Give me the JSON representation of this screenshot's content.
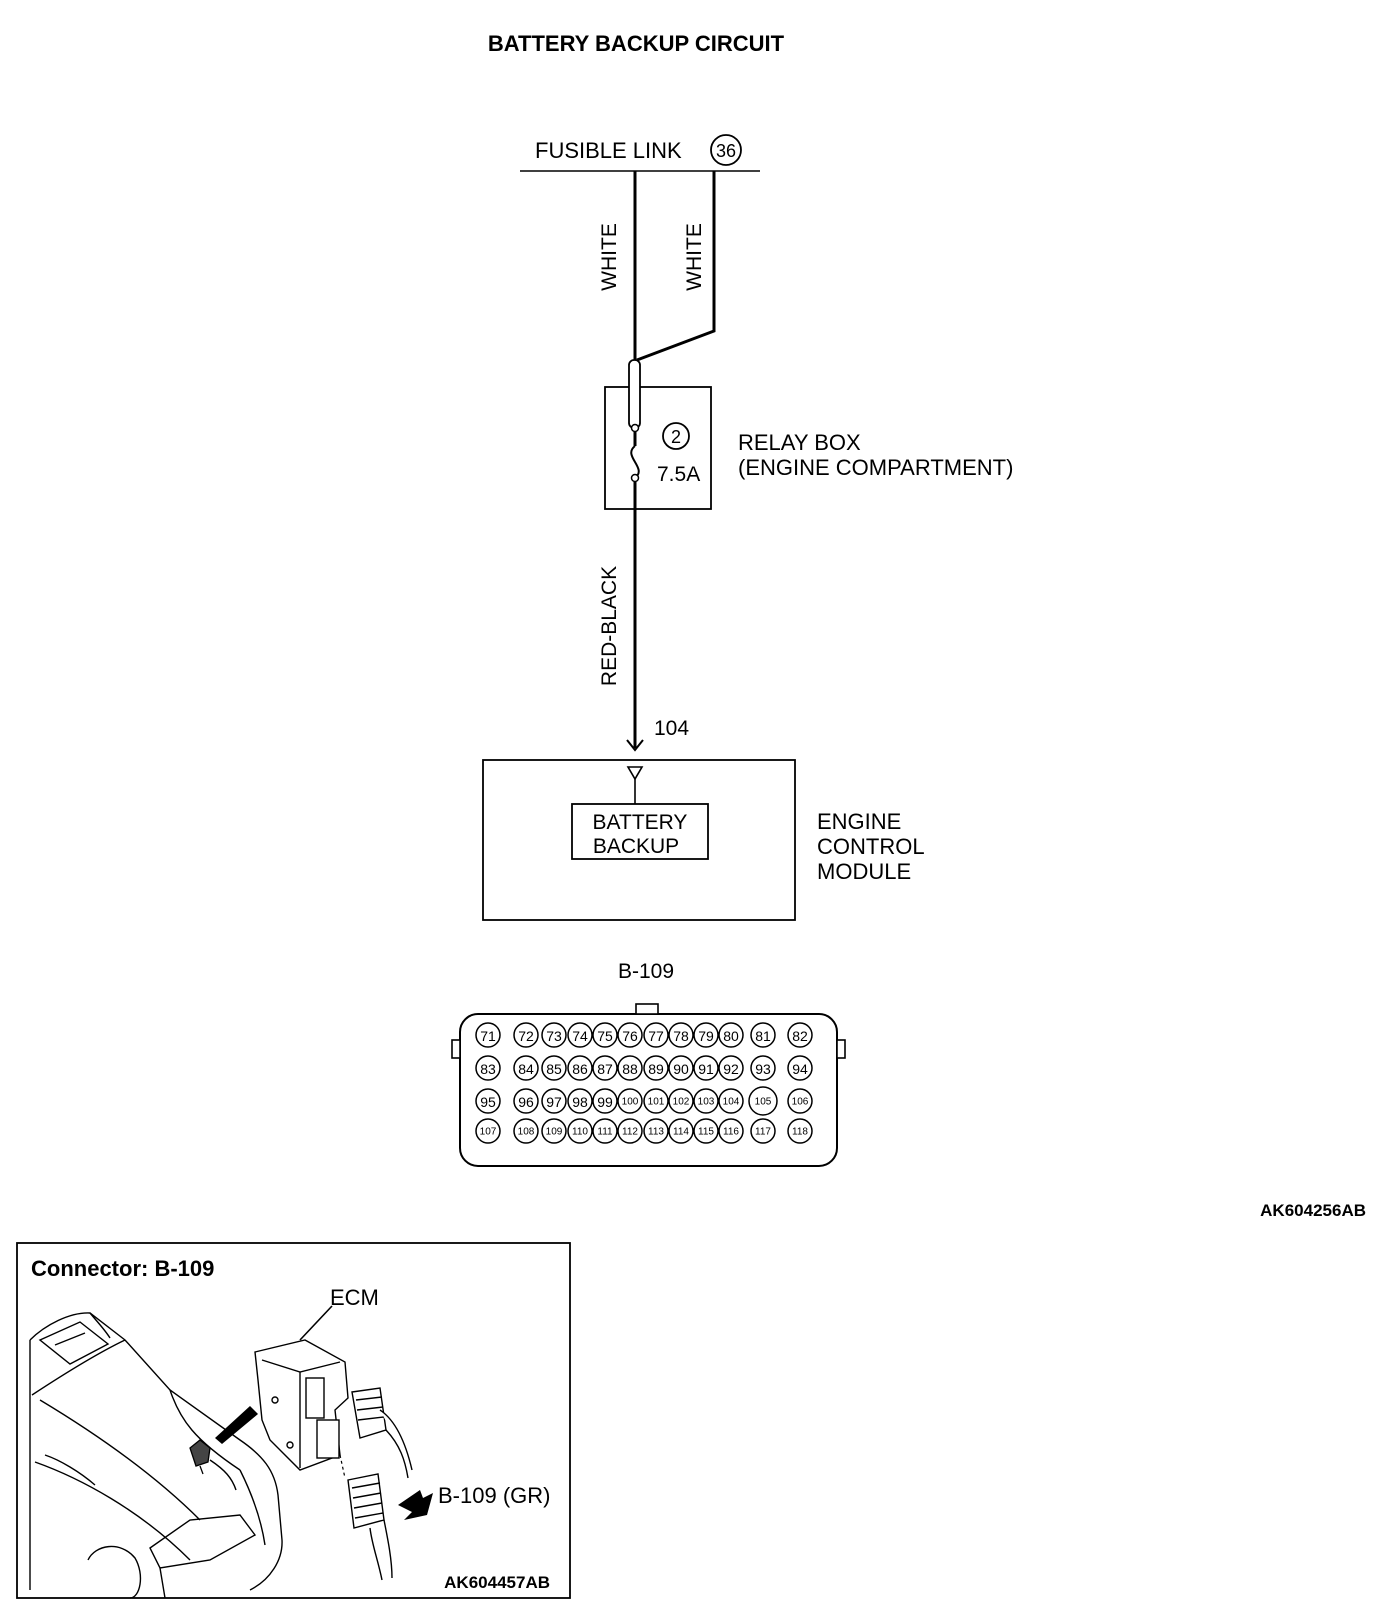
{
  "title": "BATTERY BACKUP CIRCUIT",
  "fusible_link": {
    "label": "FUSIBLE LINK",
    "number": "36"
  },
  "wires": {
    "left_color": "WHITE",
    "right_color": "WHITE",
    "lower_color": "RED-BLACK"
  },
  "relay_box": {
    "fuse_number": "2",
    "fuse_rating": "7.5A",
    "label_line1": "RELAY BOX",
    "label_line2": "(ENGINE COMPARTMENT)"
  },
  "ecm": {
    "terminal": "104",
    "inner_line1": "BATTERY",
    "inner_line2": "BACKUP",
    "label_line1": "ENGINE",
    "label_line2": "CONTROL",
    "label_line3": "MODULE"
  },
  "connector": {
    "name": "B-109",
    "rows": [
      [
        "71",
        "72",
        "73",
        "74",
        "75",
        "76",
        "77",
        "78",
        "79",
        "80",
        "81",
        "82"
      ],
      [
        "83",
        "84",
        "85",
        "86",
        "87",
        "88",
        "89",
        "90",
        "91",
        "92",
        "93",
        "94"
      ],
      [
        "95",
        "96",
        "97",
        "98",
        "99",
        "100",
        "101",
        "102",
        "103",
        "104",
        "105",
        "106"
      ],
      [
        "107",
        "108",
        "109",
        "110",
        "111",
        "112",
        "113",
        "114",
        "115",
        "116",
        "117",
        "118"
      ]
    ]
  },
  "figure_code_main": "AK604256AB",
  "inset": {
    "heading": "Connector: B-109",
    "ecm_label": "ECM",
    "connector_label": "B-109 (GR)",
    "figure_code": "AK604457AB"
  }
}
